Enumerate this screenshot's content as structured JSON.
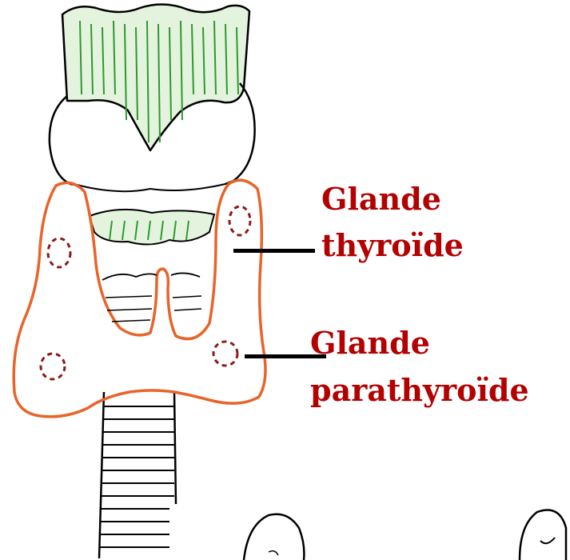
{
  "labels": {
    "thyroid_line1": "Glande",
    "thyroid_line2": "thyroïde",
    "parathyroid_line1": "Glande",
    "parathyroid_line2": "parathyroïde"
  },
  "colors": {
    "label_text": "#b30000",
    "thyroid_outline": "#e8642a",
    "parathyroid_outline": "#8b1a1a",
    "cartilage_fill": "#e3f3dd",
    "cartilage_hatch": "#2e9a2e",
    "ink": "#000000"
  }
}
